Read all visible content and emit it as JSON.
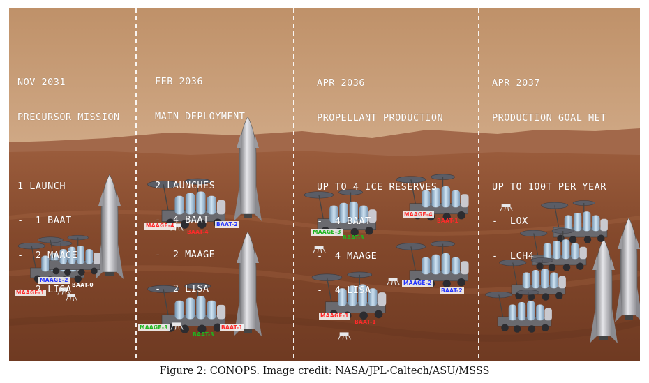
{
  "panels": [
    {
      "date": "NOV 2031",
      "title": "PRECURSOR MISSION",
      "summary": "1 LAUNCH",
      "items": [
        "-  1 BAAT",
        "-  2 MAAGE",
        "-  2 LISA"
      ]
    },
    {
      "date": "FEB 2036",
      "title": "MAIN DEPLOYMENT",
      "summary": "2 LAUNCHES",
      "items": [
        "-  4 BAAT",
        "-  2 MAAGE",
        "-  2 LISA"
      ]
    },
    {
      "date": "APR 2036",
      "title": "PROPELLANT PRODUCTION",
      "summary": "UP TO 4 ICE RESERVES",
      "items": [
        "-  4 BAAT",
        "-  4 MAAGE",
        "-  4 LISA"
      ]
    },
    {
      "date": "APR 2037",
      "title": "PRODUCTION GOAL MET",
      "summary": "UP TO 100T PER YEAR",
      "items": [
        "-  LOX",
        "-  LCH4"
      ]
    }
  ],
  "tags": {
    "p1": {
      "maage2": "MAAGE-2",
      "baat0": "BAAT-0",
      "maage1": "MAAGE-1"
    },
    "p2": {
      "maage4": "MAAGE-4",
      "baat2": "BAAT-2",
      "baat4": "BAAT-4",
      "maage3": "MAAGE-3",
      "baat1": "BAAT-1",
      "baat3": "BAAT-3"
    },
    "p3": {
      "maage3": "MAAGE-3",
      "baat3": "BAAT-3",
      "maage4": "MAAGE-4",
      "baat1": "BAAT-1",
      "maage2": "MAAGE-2",
      "baat2": "BAAT-2",
      "maage1": "MAAGE-1",
      "baat1b": "BAAT-1"
    }
  },
  "caption": "Figure 2: CONOPS. Image credit: NASA/JPL-Caltech/ASU/MSSS",
  "colors": {
    "sky": "#c59a72",
    "ground": "#8c4e30",
    "tag_red": "#ff2a2a",
    "tag_blue": "#2434ff",
    "tag_green": "#1fb61f",
    "divider": "#ffffff"
  }
}
